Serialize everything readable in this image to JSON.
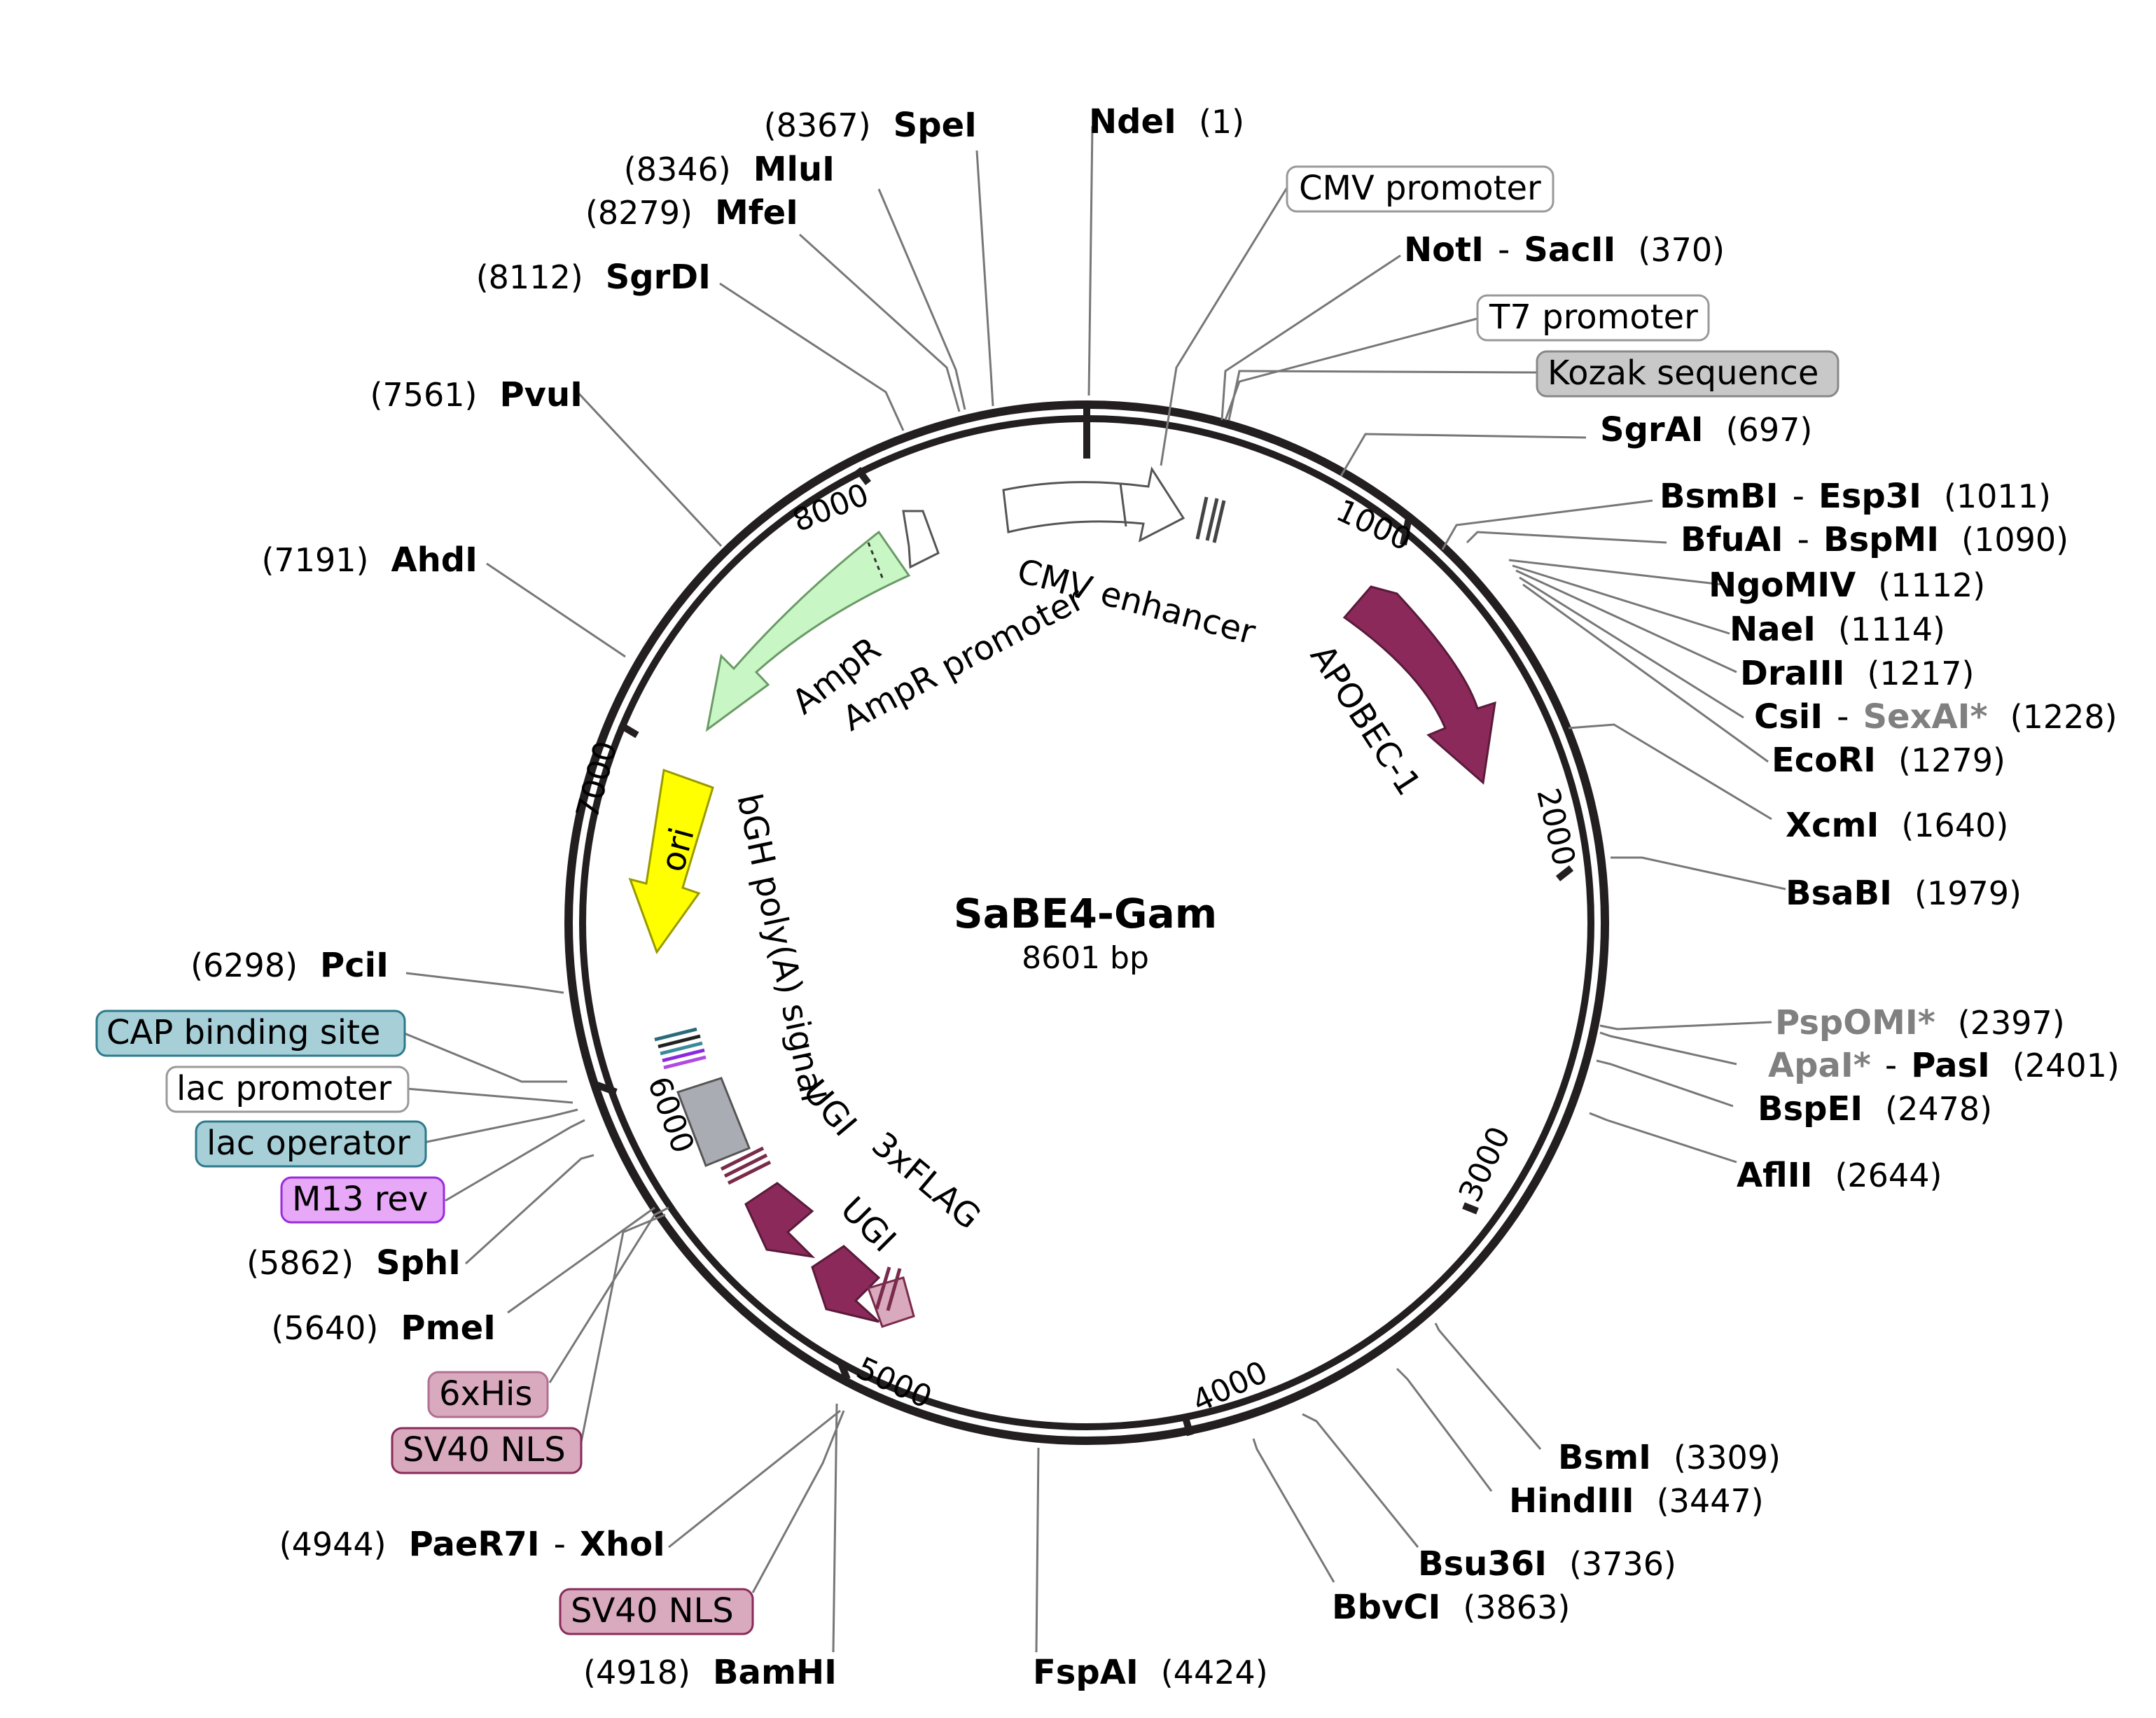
{
  "plasmid": {
    "name": "SaBE4-Gam",
    "size_label": "8601 bp"
  },
  "ticks": [
    "1000",
    "2000",
    "3000",
    "4000",
    "5000",
    "6000",
    "7000",
    "8000"
  ],
  "sites": {
    "ndei": {
      "name": "NdeI",
      "pos": "(1)"
    },
    "spei": {
      "name": "SpeI",
      "pos": "(8367)"
    },
    "milui": {
      "name": "MluI",
      "pos": "(8346)"
    },
    "mfei": {
      "name": "MfeI",
      "pos": "(8279)"
    },
    "sgrdi": {
      "name": "SgrDI",
      "pos": "(8112)"
    },
    "pvui": {
      "name": "PvuI",
      "pos": "(7561)"
    },
    "ahdi": {
      "name": "AhdI",
      "pos": "(7191)"
    },
    "pcii": {
      "name": "PciI",
      "pos": "(6298)"
    },
    "sphi": {
      "name": "SphI",
      "pos": "(5862)"
    },
    "pmei": {
      "name": "PmeI",
      "pos": "(5640)"
    },
    "paer7i": {
      "name": "PaeR7I",
      "sep": "-",
      "name2": "XhoI",
      "pos": "(4944)"
    },
    "bamhi": {
      "name": "BamHI",
      "pos": "(4918)"
    },
    "fspai": {
      "name": "FspAI",
      "pos": "(4424)"
    },
    "bbvci": {
      "name": "BbvCI",
      "pos": "(3863)"
    },
    "bsu36i": {
      "name": "Bsu36I",
      "pos": "(3736)"
    },
    "hindiii": {
      "name": "HindIII",
      "pos": "(3447)"
    },
    "bsmi": {
      "name": "BsmI",
      "pos": "(3309)"
    },
    "aflii": {
      "name": "AflII",
      "pos": "(2644)"
    },
    "bspei": {
      "name": "BspEI",
      "pos": "(2478)"
    },
    "apai": {
      "name": "ApaI*",
      "sep": "-",
      "name2": "PasI",
      "pos": "(2401)"
    },
    "pspomi": {
      "name": "PspOMI*",
      "pos": "(2397)"
    },
    "bsabi": {
      "name": "BsaBI",
      "pos": "(1979)"
    },
    "xcmi": {
      "name": "XcmI",
      "pos": "(1640)"
    },
    "ecori": {
      "name": "EcoRI",
      "pos": "(1279)"
    },
    "csii": {
      "name": "CsiI",
      "sep": "-",
      "name2": "SexAI*",
      "pos": "(1228)"
    },
    "draiii": {
      "name": "DraIII",
      "pos": "(1217)"
    },
    "naei": {
      "name": "NaeI",
      "pos": "(1114)"
    },
    "ngomiv": {
      "name": "NgoMIV",
      "pos": "(1112)"
    },
    "bfuai": {
      "name": "BfuAI",
      "sep": "-",
      "name2": "BspMI",
      "pos": "(1090)"
    },
    "bsmbi": {
      "name": "BsmBI",
      "sep": "-",
      "name2": "Esp3I",
      "pos": "(1011)"
    },
    "sgrai": {
      "name": "SgrAI",
      "pos": "(697)"
    },
    "noti": {
      "name": "NotI",
      "sep": "-",
      "name2": "SacII",
      "pos": "(370)"
    }
  },
  "boxes": {
    "cmv_promoter": "CMV promoter",
    "t7_promoter": "T7 promoter",
    "kozak": "Kozak sequence",
    "cap": "CAP binding site",
    "lac_promoter": "lac promoter",
    "lac_operator": "lac operator",
    "m13rev": "M13 rev",
    "his6": "6xHis",
    "sv40_nls_1": "SV40 NLS",
    "sv40_nls_2": "SV40 NLS"
  },
  "features": {
    "cmv_enhancer": "CMV enhancer",
    "apobec": "APOBEC-1",
    "ampr": "AmpR",
    "ampr_promoter": "AmpR promoter",
    "ori": "ori",
    "bgh": "bGH poly(A) signal",
    "ugi_1": "UGI",
    "ugi_2": "UGI",
    "flag": "3xFLAG"
  },
  "colors": {
    "backbone": "#231f20",
    "apobec": "#8b2a5a",
    "ampr": "#c8f7c5",
    "ori": "#ffff00",
    "ugi": "#8b2a5a",
    "bgh": "#a9adb3",
    "sv40": "#d9a9bd",
    "cap": "#a6cfd8",
    "m13": "#e6a8f7",
    "kozak": "#c8c8c8"
  }
}
